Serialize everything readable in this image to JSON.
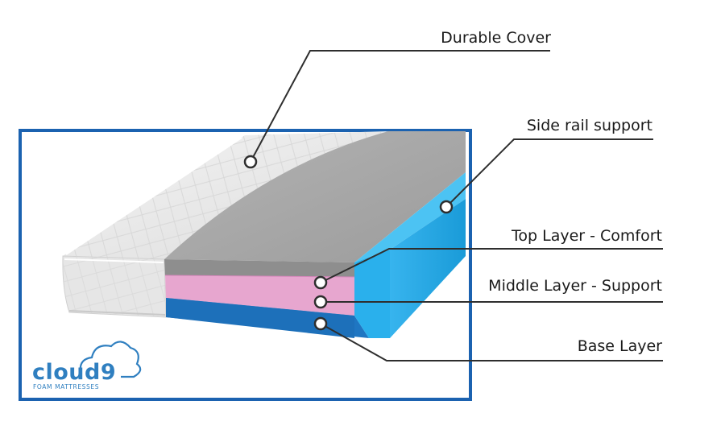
{
  "callouts": {
    "durable_cover": "Durable Cover",
    "side_rail": "Side rail support",
    "top_layer": "Top Layer - Comfort",
    "middle_layer": "Middle Layer - Support",
    "base_layer": "Base Layer"
  },
  "logo": {
    "word": "cloud",
    "number": "9",
    "tagline": "FOAM MATTRESSES"
  },
  "colors": {
    "frame": "#1b62b0",
    "cover": "#ebebeb",
    "top_layer": "#a9a9a9",
    "middle_layer": "#e7a6cf",
    "base_layer": "#1f76c2",
    "side_rail": "#22a9e6",
    "leader": "#2e2e2e",
    "logo": "#2f7fc0"
  }
}
